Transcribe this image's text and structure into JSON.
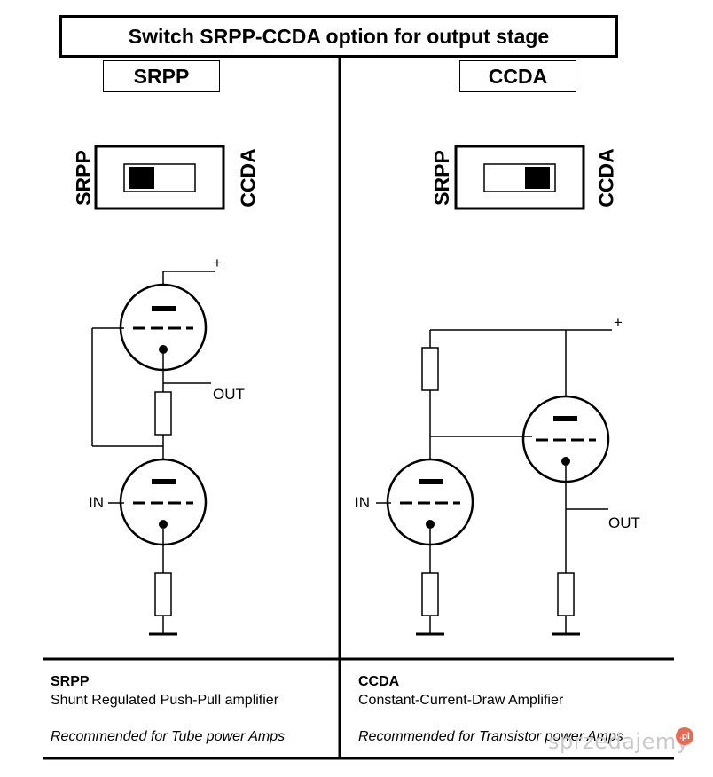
{
  "title": "Switch SRPP-CCDA option for output stage",
  "left": {
    "label": "SRPP",
    "switch_left": "SRPP",
    "switch_right": "CCDA",
    "switch_position": "SRPP",
    "plus": "+",
    "out": "OUT",
    "in": "IN",
    "caption_title": "SRPP",
    "caption_name": "Shunt Regulated Push-Pull amplifier",
    "caption_note": "Recommended for Tube power Amps"
  },
  "right": {
    "label": "CCDA",
    "switch_left": "SRPP",
    "switch_right": "CCDA",
    "switch_position": "CCDA",
    "plus": "+",
    "out": "OUT",
    "in": "IN",
    "caption_title": "CCDA",
    "caption_name": "Constant-Current-Draw Amplifier",
    "caption_note": "Recommended for Transistor power Amps"
  },
  "watermark": {
    "text": "sprzedajemy",
    "badge": ".pl"
  },
  "colors": {
    "line": "#000000",
    "watermark": "#c9c9c9",
    "badge": "#e86a52"
  }
}
